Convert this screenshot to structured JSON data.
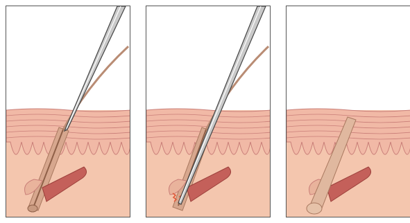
{
  "figure": {
    "panels": [
      {
        "stage": "needle-inserted-along-hair-shaft"
      },
      {
        "stage": "needle-tip-at-follicle-bulb-with-current"
      },
      {
        "stage": "hair-and-bulb-released-from-follicle"
      }
    ],
    "colors": {
      "background": "#ffffff",
      "border": "#555555",
      "dermis": "#f4c6ae",
      "epidermis_band": "#f1b9a6",
      "skin_lines": "#c97e78",
      "hair_shaft": "#b98c74",
      "follicle_sheath": "#d7a78e",
      "papilla": "#c4605a",
      "needle": "#c9c9c9",
      "needle_outline": "#444444",
      "spark": "#e05a3a"
    }
  }
}
